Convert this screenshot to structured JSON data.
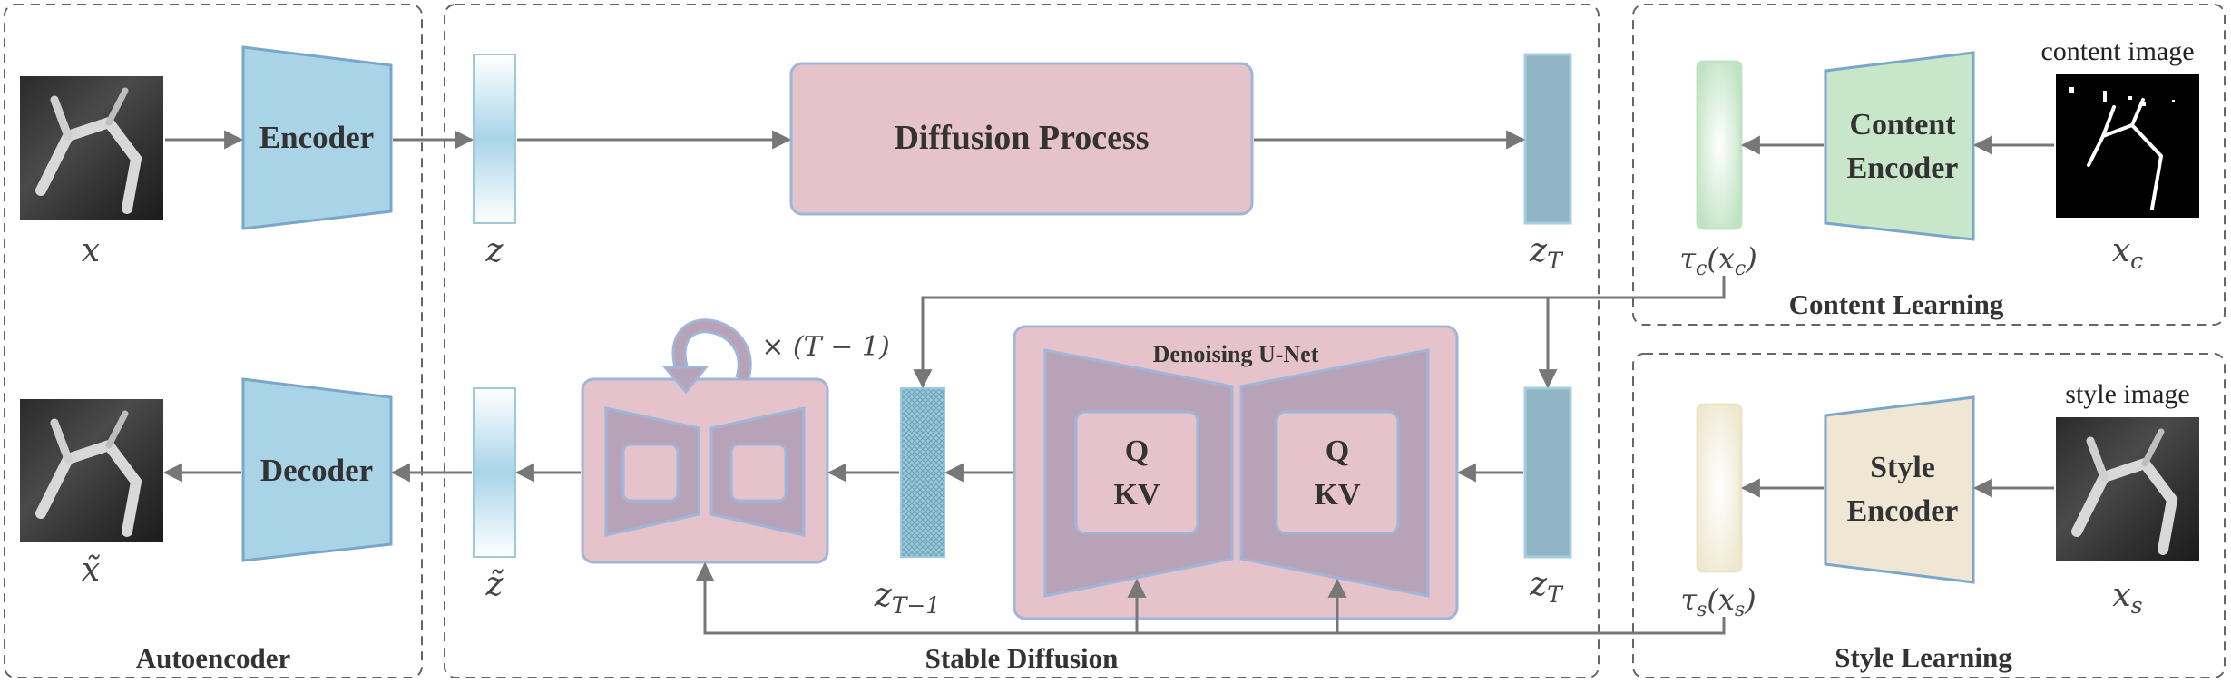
{
  "panels": {
    "autoencoder": "Autoencoder",
    "stable_diffusion": "Stable Diffusion",
    "content_learning": "Content Learning",
    "style_learning": "Style Learning"
  },
  "blocks": {
    "encoder": "Encoder",
    "decoder": "Decoder",
    "diffusion_process": "Diffusion Process",
    "denoising_unet": "Denoising U-Net",
    "content_encoder_line1": "Content",
    "content_encoder_line2": "Encoder",
    "style_encoder_line1": "Style",
    "style_encoder_line2": "Encoder",
    "attention_q": "Q",
    "attention_kv": "KV"
  },
  "labels": {
    "x": "x",
    "x_tilde": "x̃",
    "z": "z",
    "z_tilde": "z̃",
    "z_T_top": "z",
    "z_T_top_sub": "T",
    "z_T_bottom": "z",
    "z_T_bottom_sub": "T",
    "z_T_minus_1": "z",
    "z_T_minus_1_sub": "T−1",
    "repeat": "× (T − 1)",
    "tau_c": "τ",
    "tau_c_sub": "c",
    "tau_c_arg": "(x",
    "tau_c_arg_sub": "c",
    "tau_c_close": ")",
    "tau_s": "τ",
    "tau_s_sub": "s",
    "tau_s_arg": "(x",
    "tau_s_arg_sub": "s",
    "tau_s_close": ")",
    "x_c": "x",
    "x_c_sub": "c",
    "x_s": "x",
    "x_s_sub": "s",
    "content_image": "content image",
    "style_image": "style image"
  },
  "colors": {
    "encoder_blue": "#a9d4e8",
    "encoder_stroke": "#7ba6cc",
    "diffusion_pink": "#e6c3cb",
    "unet_inner": "#b8a2b8",
    "content_green": "#c8e6c9",
    "style_beige": "#efe7d4",
    "latent_dark": "#8fb4c4",
    "arrow_gray": "#777777",
    "dashed_border": "#666666"
  }
}
